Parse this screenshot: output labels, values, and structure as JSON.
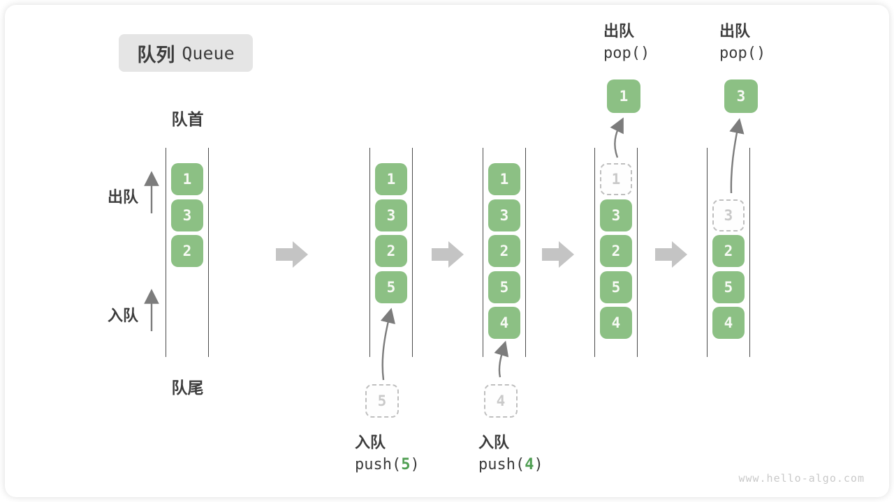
{
  "title": {
    "zh": "队列",
    "en": "Queue"
  },
  "labels": {
    "front": "队首",
    "rear": "队尾",
    "dequeue": "出队",
    "enqueue": "入队"
  },
  "ops": {
    "enqueue5": {
      "label": "入队",
      "open": "push(",
      "arg": "5",
      "close": ")"
    },
    "enqueue4": {
      "label": "入队",
      "open": "push(",
      "arg": "4",
      "close": ")"
    },
    "pop1": {
      "label": "出队",
      "code": "pop()"
    },
    "pop2": {
      "label": "出队",
      "code": "pop()"
    }
  },
  "columns": [
    {
      "items": [
        "1",
        "3",
        "2"
      ]
    },
    {
      "items": [
        "1",
        "3",
        "2",
        "5"
      ],
      "incoming": "5"
    },
    {
      "items": [
        "1",
        "3",
        "2",
        "5",
        "4"
      ],
      "incoming": "4"
    },
    {
      "ghost": "1",
      "items": [
        "3",
        "2",
        "5",
        "4"
      ],
      "popped": "1"
    },
    {
      "ghost": "3",
      "items": [
        "2",
        "5",
        "4"
      ],
      "popped": "3"
    }
  ],
  "watermark": "www.hello-algo.com",
  "colors": {
    "box-green": "#8CC084",
    "code-green": "#4F9E52",
    "badge-bg": "#E5E5E5",
    "ink": "#3C3C3C",
    "line": "#4A4A4A",
    "arrow": "#7C7C7C",
    "block-arrow": "#C4C4C4"
  }
}
